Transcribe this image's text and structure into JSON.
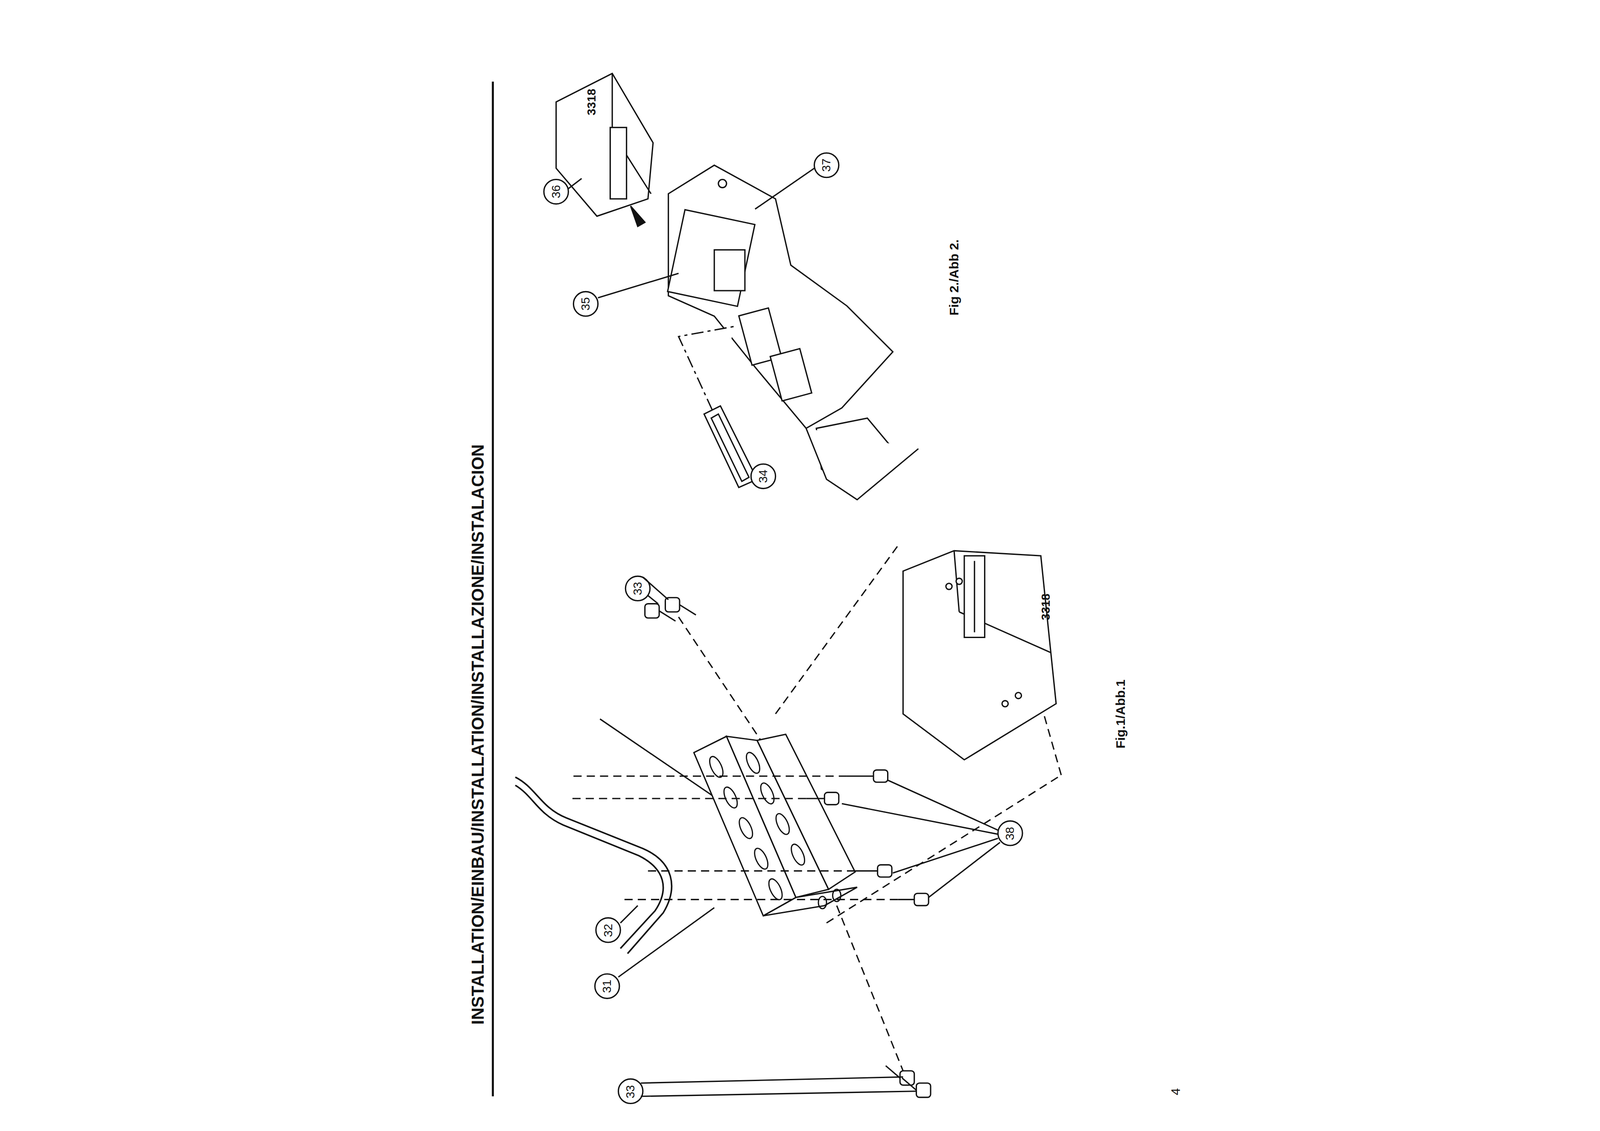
{
  "diagram": {
    "title": "INSTALLATION/EINBAU/INSTALLATION/INSTALLAZIONE/INSTALACION",
    "labels": [
      "4",
      "Fig.1/Abb.1",
      "Fig 2./Abb 2.",
      "3318",
      "3318",
      "31",
      "32",
      "33",
      "33",
      "38",
      "34",
      "35",
      "36",
      "37"
    ]
  }
}
